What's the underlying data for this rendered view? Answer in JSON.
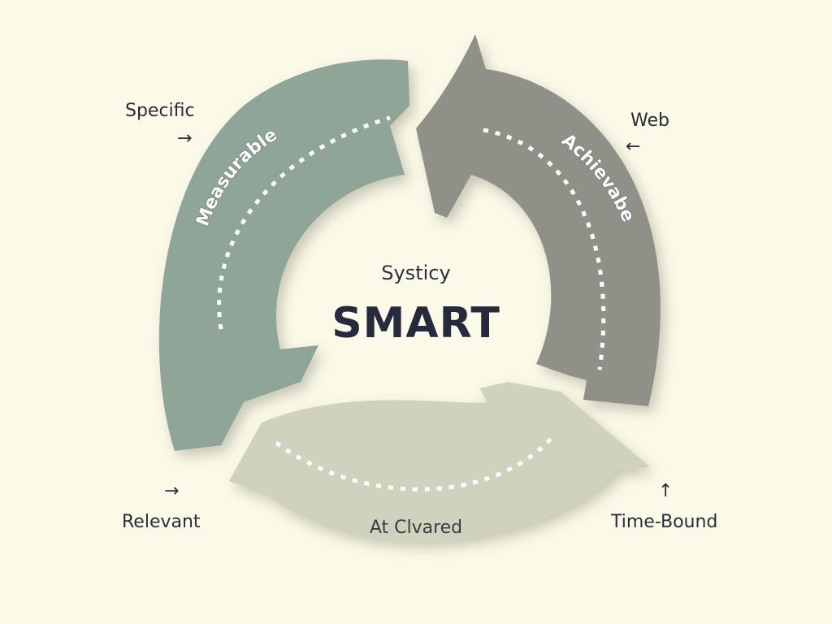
{
  "center": {
    "subtitle": "Systicy",
    "title": "SMART"
  },
  "segments": [
    {
      "label": "Measurable",
      "color": "#8ea597"
    },
    {
      "label": "Achievabe",
      "color": "#8f9189"
    },
    {
      "label": "At Clvared",
      "color": "#cfd3bd"
    }
  ],
  "outer_labels": {
    "specific": "Specific",
    "web": "Web",
    "relevant": "Relevant",
    "time_bound": "Time-Bound"
  },
  "arrow_icons": {
    "specific": "→",
    "web": "←",
    "relevant": "→",
    "time_bound": "↑"
  },
  "colors": {
    "background": "#fbf9e8",
    "text": "#2a2d38",
    "dashes": "#ffffff"
  }
}
